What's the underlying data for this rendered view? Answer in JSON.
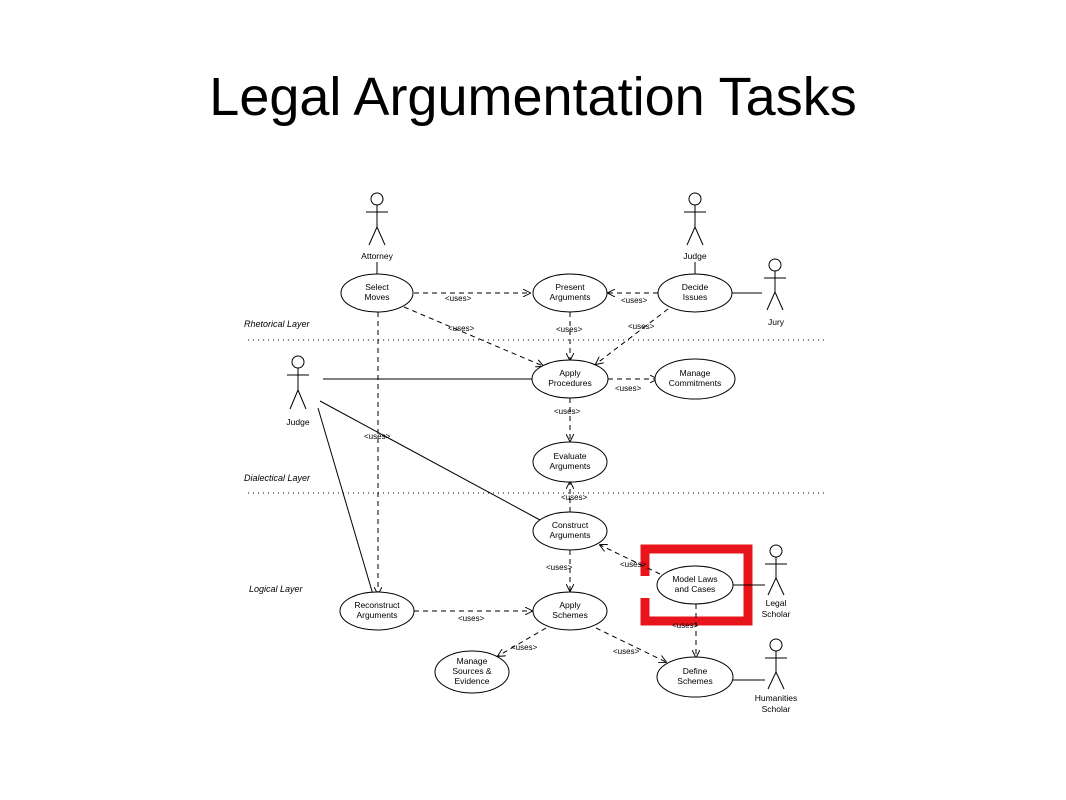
{
  "title": "Legal Argumentation Tasks",
  "layers": {
    "rhetorical": "Rhetorical Layer",
    "dialectical": "Dialectical Layer",
    "logical": "Logical Layer"
  },
  "actors": {
    "attorney": "Attorney",
    "judge_top": "Judge",
    "jury": "Jury",
    "judge_left": "Judge",
    "legal_scholar": [
      "Legal",
      "Scholar"
    ],
    "humanities_scholar": [
      "Humanities",
      "Scholar"
    ]
  },
  "use_cases": {
    "select_moves": [
      "Select",
      "Moves"
    ],
    "present_arguments": [
      "Present",
      "Arguments"
    ],
    "decide_issues": [
      "Decide",
      "Issues"
    ],
    "apply_procedures": [
      "Apply",
      "Procedures"
    ],
    "manage_commitments": [
      "Manage",
      "Commitments"
    ],
    "evaluate_arguments": [
      "Evaluate",
      "Arguments"
    ],
    "construct_arguments": [
      "Construct",
      "Arguments"
    ],
    "model_laws_cases": [
      "Model Laws",
      "and Cases"
    ],
    "reconstruct_arguments": [
      "Reconstruct",
      "Arguments"
    ],
    "apply_schemes": [
      "Apply",
      "Schemes"
    ],
    "manage_sources": [
      "Manage",
      "Sources &",
      "Evidence"
    ],
    "define_schemes": [
      "Define",
      "Schemes"
    ]
  },
  "uses_label": "<uses>",
  "colors": {
    "highlight": "#e8141b",
    "ink": "#000000"
  }
}
